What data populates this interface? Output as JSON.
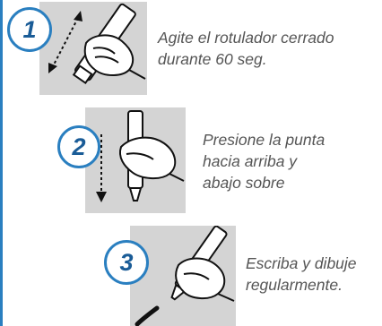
{
  "colors": {
    "accent": "#2a7fc0",
    "badge_text": "#1a5c97",
    "panel": "#d4d4d4",
    "text": "#555555"
  },
  "steps": [
    {
      "number": "1",
      "lines": [
        "Agite el rotulador cerrado",
        "durante 60 seg."
      ],
      "illustration": "hand-shaking-marker"
    },
    {
      "number": "2",
      "lines": [
        "Presione la punta",
        "hacia arriba y",
        "abajo sobre"
      ],
      "illustration": "hand-pressing-marker-tip"
    },
    {
      "number": "3",
      "lines": [
        "Escriba y dibuje",
        "regularmente."
      ],
      "illustration": "hand-writing-with-marker"
    }
  ]
}
